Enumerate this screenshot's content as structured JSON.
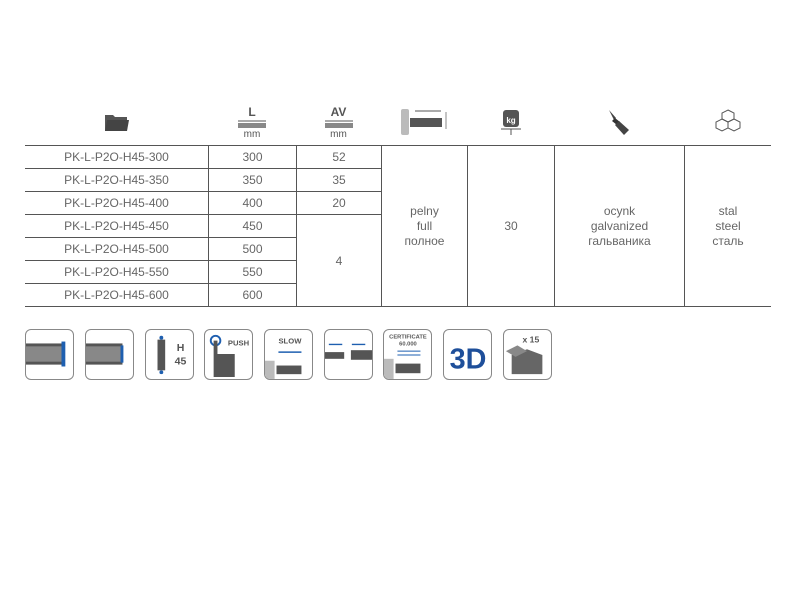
{
  "headers": {
    "length_label": "L",
    "length_unit": "mm",
    "av_label": "AV",
    "av_unit": "mm",
    "weight_unit": "kg"
  },
  "rows": [
    {
      "code": "PK-L-P2O-H45-300",
      "length": "300",
      "av": "52"
    },
    {
      "code": "PK-L-P2O-H45-350",
      "length": "350",
      "av": "35"
    },
    {
      "code": "PK-L-P2O-H45-400",
      "length": "400",
      "av": "20"
    },
    {
      "code": "PK-L-P2O-H45-450",
      "length": "450"
    },
    {
      "code": "PK-L-P2O-H45-500",
      "length": "500"
    },
    {
      "code": "PK-L-P2O-H45-550",
      "length": "550"
    },
    {
      "code": "PK-L-P2O-H45-600",
      "length": "600"
    }
  ],
  "av_merged": "4",
  "extension": [
    "pelny",
    "full",
    "полное"
  ],
  "load": "30",
  "finish": [
    "ocynk",
    "galvanized",
    "гальваника"
  ],
  "material": [
    "stal",
    "steel",
    "сталь"
  ],
  "features": {
    "height_label": "H",
    "height_value": "45",
    "push": "PUSH",
    "slow": "SLOW",
    "certificate": "CERTIFICATE",
    "cycles": "60.000",
    "three_d": "3D",
    "pack": "x 15"
  }
}
